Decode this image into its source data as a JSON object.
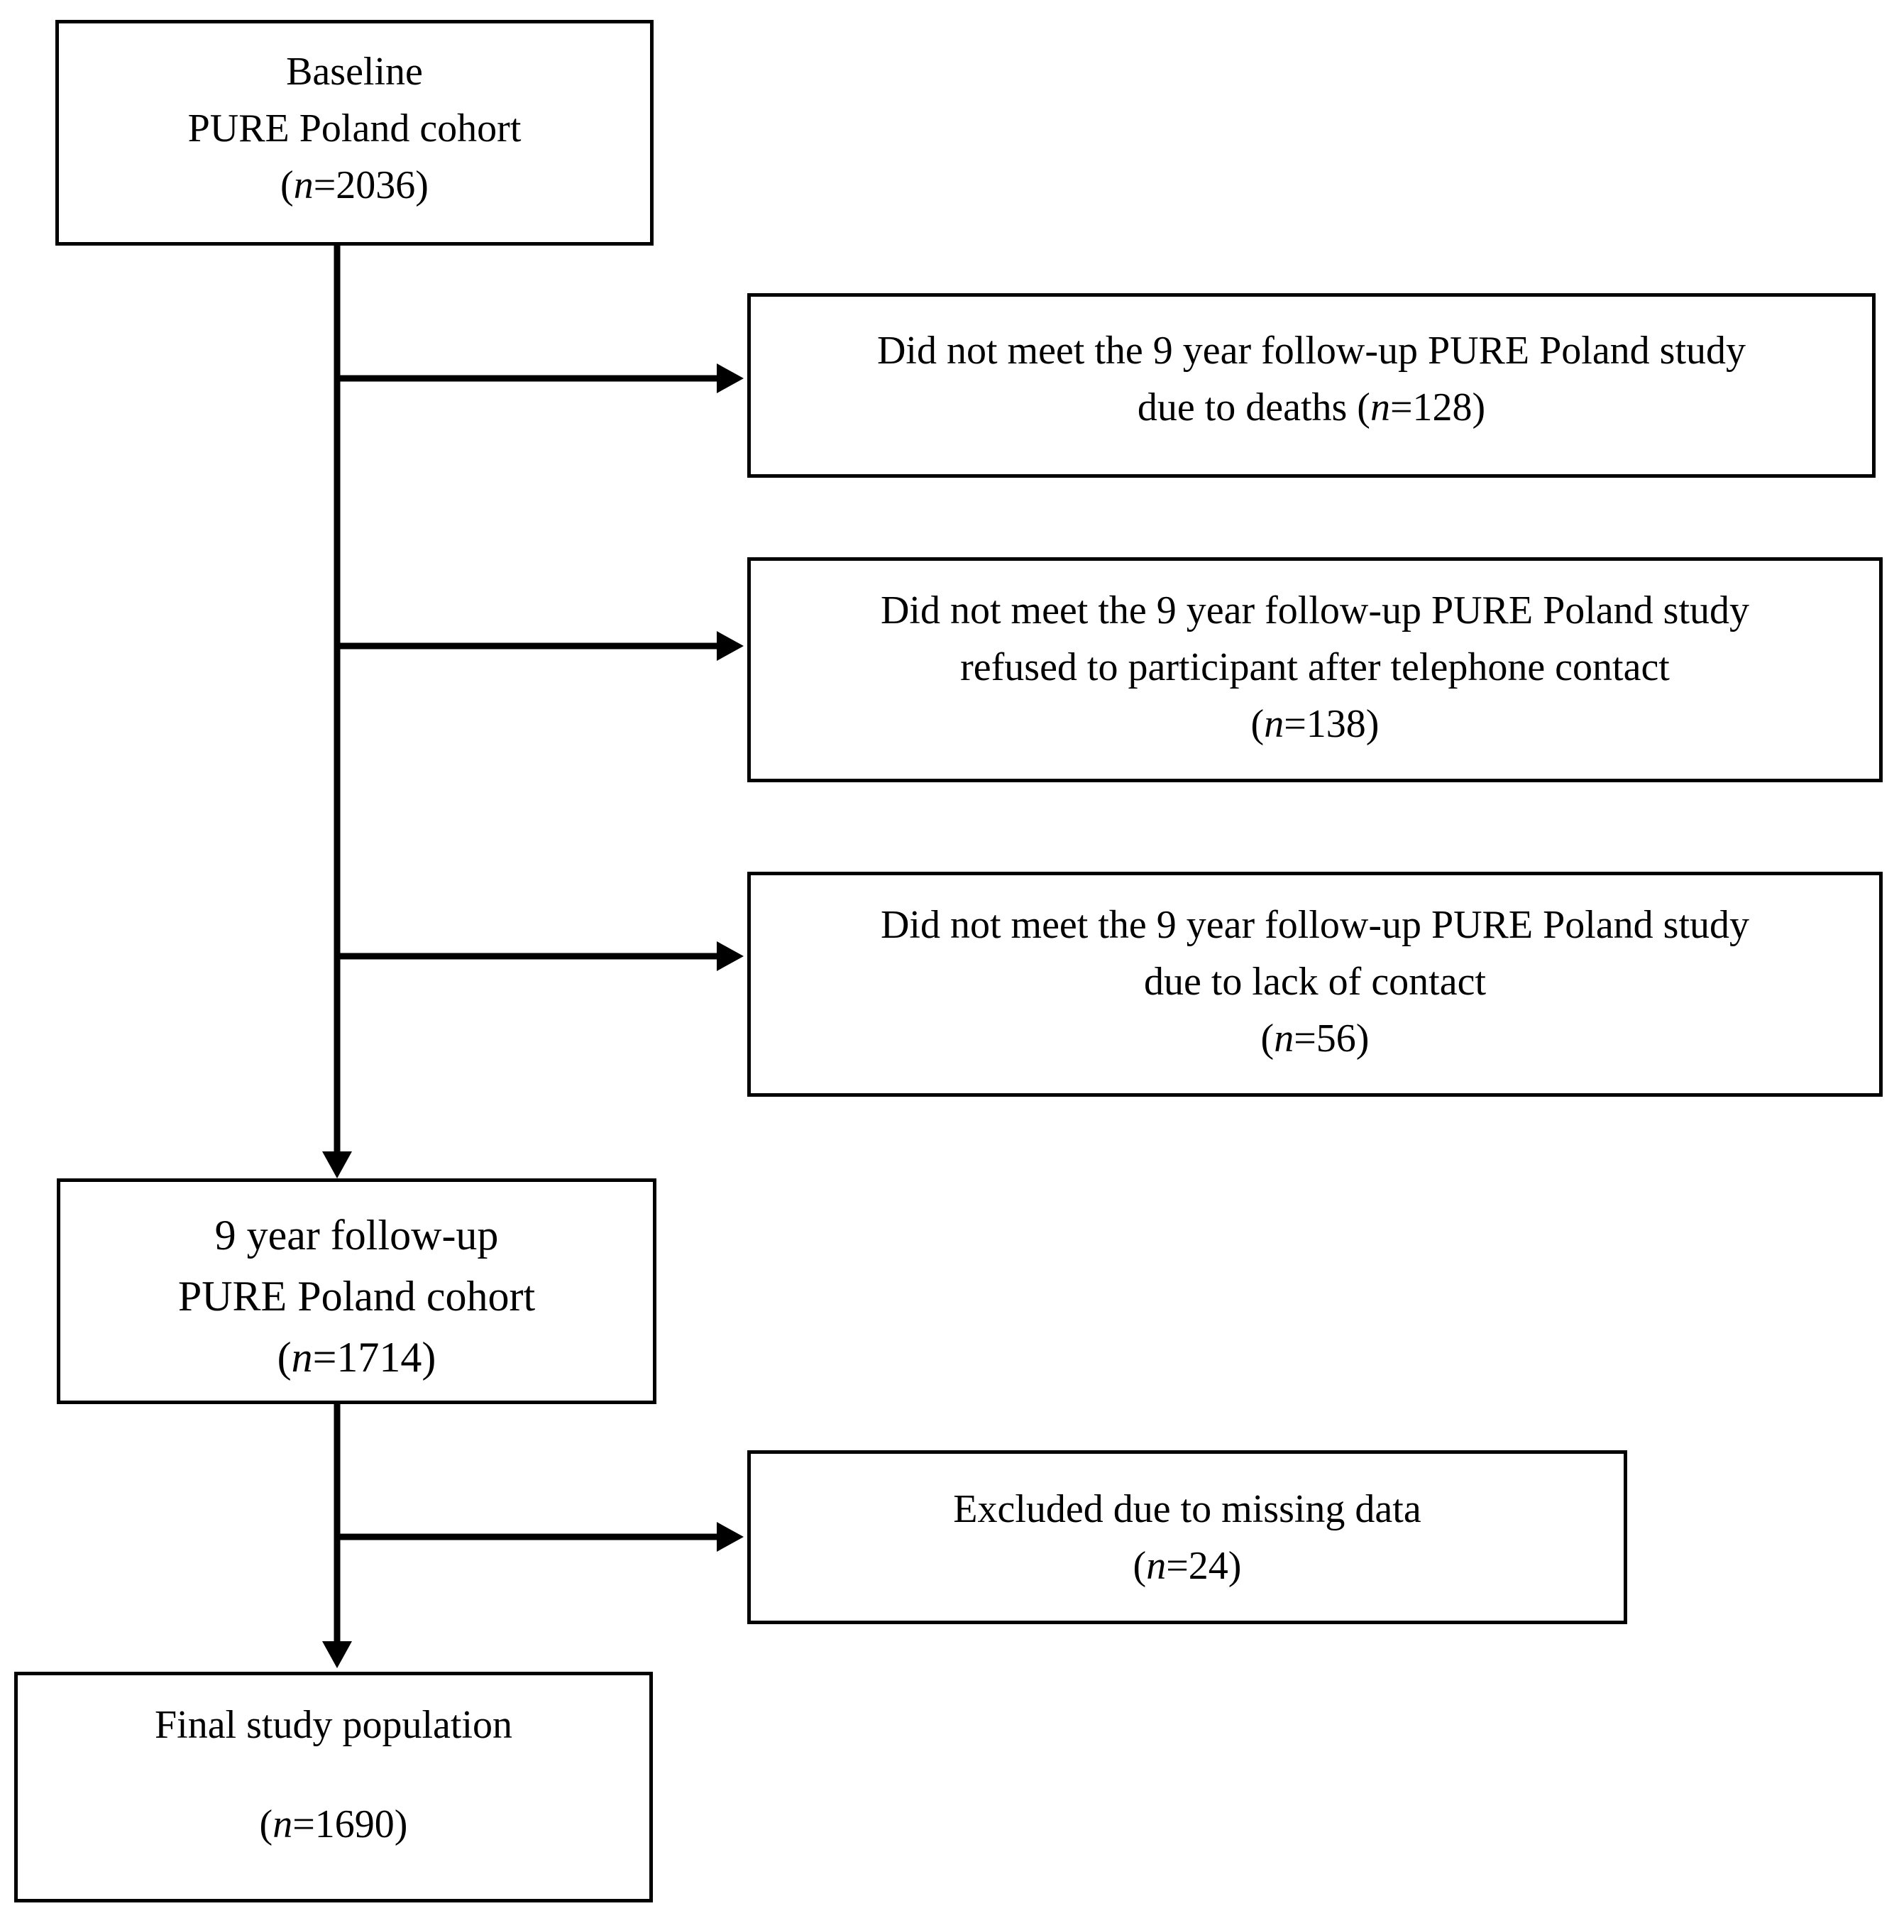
{
  "baseline": {
    "line1": "Baseline",
    "line2": "PURE Poland cohort",
    "open_paren": "(",
    "n_symbol": "n",
    "n_value": "=2036)"
  },
  "exclusion_deaths": {
    "line1": "Did not meet the 9 year follow-up PURE Poland study",
    "line2_prefix": "due to deaths (",
    "n_symbol": "n",
    "n_value": "=128)"
  },
  "exclusion_refused": {
    "line1": "Did not meet the 9 year follow-up PURE Poland study",
    "line2": "refused to participant after telephone contact",
    "open_paren": "(",
    "n_symbol": "n",
    "n_value": "=138)"
  },
  "exclusion_no_contact": {
    "line1": "Did not meet the 9 year follow-up PURE Poland study",
    "line2": "due to lack of contact",
    "open_paren": "(",
    "n_symbol": "n",
    "n_value": "=56)"
  },
  "followup": {
    "line1": "9 year follow-up",
    "line2": "PURE Poland cohort",
    "open_paren": "(",
    "n_symbol": "n",
    "n_value": "=1714)"
  },
  "exclusion_missing": {
    "line1": "Excluded due to missing data",
    "open_paren": "(",
    "n_symbol": "n",
    "n_value": "=24)"
  },
  "final": {
    "line1": "Final study population",
    "open_paren": "(",
    "n_symbol": "n",
    "n_value": "=1690)"
  }
}
